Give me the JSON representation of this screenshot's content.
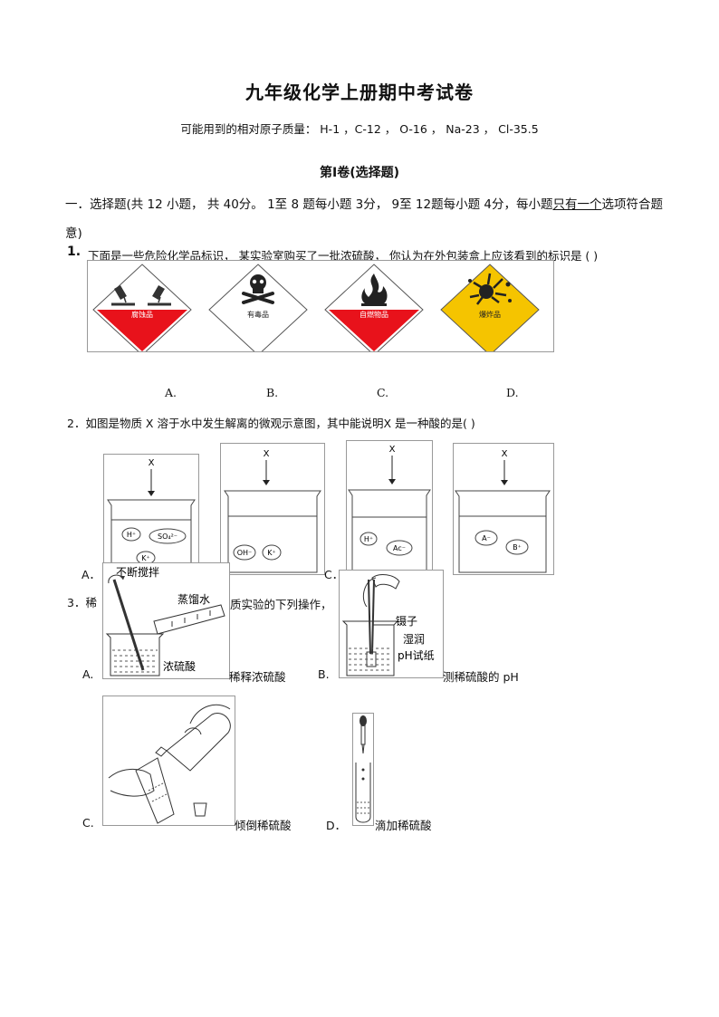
{
  "title": "九年级化学上册期中考试卷",
  "atomic_masses": "可能用到的相对原子质量： H-1 ，C-12 ，  O-16 ，  Na-23 ，  Cl-35.5",
  "section_title": "第Ⅰ卷(选择题)",
  "section_desc_a": "一．选择题(共 12 小题， 共 40分。 1至 8 题每小题 3分， 9至 12题每小题 4分，每小题",
  "section_desc_u": "只有一个",
  "section_desc_b": "选项符合题意)",
  "q1": {
    "number": "1.",
    "text": "下面是一些危险化学品标识， 某实验室购买了一批浓硫酸， 你认为在外包装盒上应该看到的标识是 (   )",
    "signs": [
      "腐蚀品",
      "有毒品",
      "自燃物品",
      "爆炸品"
    ],
    "options": [
      "A.",
      "B.",
      "C.",
      "D."
    ]
  },
  "q2": {
    "text": "2．如图是物质 X 溶于水中发生解离的微观示意图，其中能说明X 是一种酸的是(      )",
    "x_label": "X",
    "beakers": [
      {
        "option": "A．",
        "ions": [
          "H⁺",
          "SO₄²⁻",
          "K⁺"
        ]
      },
      {
        "option": "",
        "ions": [
          "OH⁻",
          "K⁺"
        ]
      },
      {
        "option": "C．",
        "ions": [
          "H⁺",
          "Ac⁻"
        ]
      },
      {
        "option": "D．",
        "ions": [
          "A⁻",
          "B⁺"
        ]
      }
    ]
  },
  "q3": {
    "text_a": "3．稀",
    "text_b": "质实验的下列操作，",
    "A": {
      "option": "A.",
      "caption": "稀释浓硫酸",
      "labels": [
        "不断搅拌",
        "蒸馏水",
        "浓硫酸"
      ]
    },
    "B": {
      "option": "B.",
      "caption": "测稀硫酸的 pH",
      "labels": [
        "镊子",
        "湿润",
        "pH试纸"
      ]
    },
    "C": {
      "option": "C.",
      "caption": "倾倒稀硫酸"
    },
    "D": {
      "option": "D．",
      "caption": "滴加稀硫酸"
    }
  },
  "colors": {
    "corrosive_red": "#e8121b",
    "fire_red": "#e8121b",
    "explosive_yellow": "#f5c400"
  }
}
